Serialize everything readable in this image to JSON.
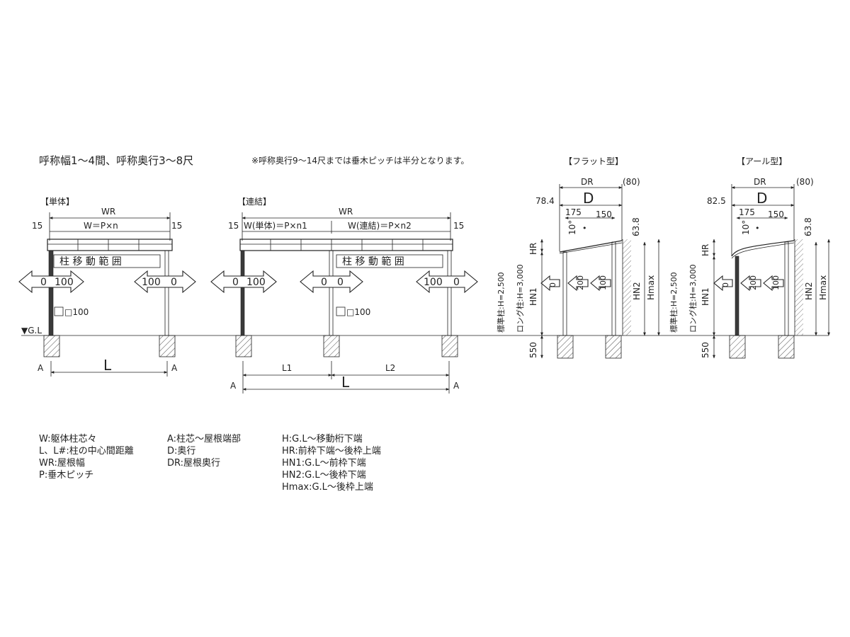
{
  "header": {
    "title": "呼称幅1～4間、呼称奥行3～8尺",
    "note": "※呼称奥行9～14尺までは垂木ピッチは半分となります。"
  },
  "single": {
    "label": "【単体】",
    "wr": "WR",
    "w_eq": "W＝P×n",
    "edge_left": "15",
    "edge_right": "15",
    "range_text": "柱 移 動 範 囲",
    "arrow_left_a": "0",
    "arrow_left_b": "100",
    "arrow_right_a": "100",
    "arrow_right_b": "0",
    "post_size": "□100",
    "gl": "▼G.L",
    "dim_a_left": "A",
    "dim_l": "L",
    "dim_a_right": "A"
  },
  "linked": {
    "label": "【連結】",
    "wr": "WR",
    "w_single": "W(単体)＝P×n1",
    "w_linked": "W(連結)＝P×n2",
    "edge_left": "15",
    "edge_right": "15",
    "range_text": "柱 移 動 範 囲",
    "arrow1_a": "0",
    "arrow1_b": "100",
    "arrow2_a": "0",
    "arrow2_b": "0",
    "arrow3_a": "100",
    "arrow3_b": "0",
    "post_size": "□100",
    "dim_l1": "L1",
    "dim_l2": "L2",
    "dim_a_left": "A",
    "dim_l": "L",
    "dim_a_right": "A"
  },
  "flat": {
    "label": "【フラット型】",
    "dr": "DR",
    "dr_extra": "(80)",
    "d": "D",
    "offset": "78.4",
    "d175": "175",
    "d150": "150",
    "angle": "10°",
    "h638": "63.8",
    "hr": "HR",
    "std_post": "標準柱:H=2,500",
    "long_post": "ロング柱:H=3,000",
    "hn1": "HN1",
    "hn2": "HN2",
    "hmax": "Hmax",
    "depth550": "550",
    "arrow_a": "0",
    "arrow_b": "200",
    "arrow_c": "100"
  },
  "arch": {
    "label": "【アール型】",
    "dr": "DR",
    "dr_extra": "(80)",
    "d": "D",
    "offset": "82.5",
    "d175": "175",
    "d150": "150",
    "angle": "10°",
    "h638": "63.8",
    "hr": "HR",
    "std_post": "標準柱:H=2,500",
    "long_post": "ロング柱:H=3,000",
    "hn1": "HN1",
    "hn2": "HN2",
    "hmax": "Hmax",
    "depth550": "550",
    "arrow_a": "0",
    "arrow_b": "200",
    "arrow_c": "100"
  },
  "legend": {
    "col1": [
      "W:躯体柱芯々",
      "L、L#:柱の中心間距離",
      "WR:屋根幅",
      "P:垂木ピッチ"
    ],
    "col2": [
      "A:柱芯～屋根端部",
      "D:奥行",
      "DR:屋根奥行"
    ],
    "col3": [
      "H:G.L～移動桁下端",
      "HR:前枠下端～後枠上端",
      "HN1:G.L～前枠下端",
      "HN2:G.L～後枠下端",
      "Hmax:G.L～後枠上端"
    ]
  }
}
